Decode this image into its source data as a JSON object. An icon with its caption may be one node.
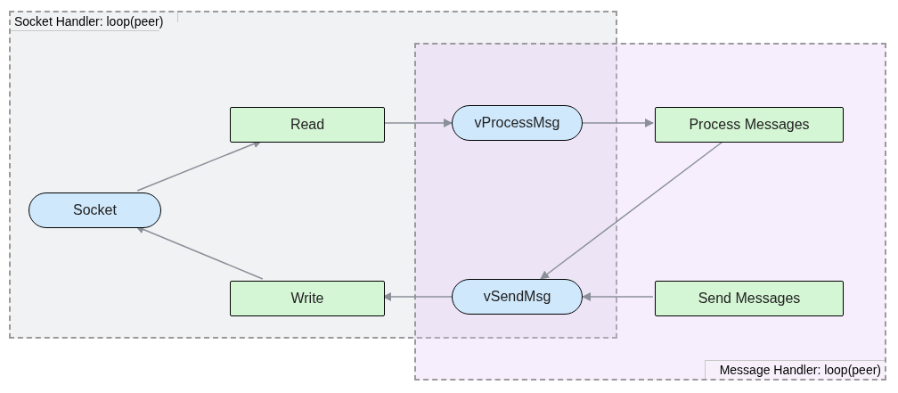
{
  "diagram": {
    "nodes": [
      {
        "text": [
          "Socket Handler: loop(peer)"
        ]
      },
      {
        "text": [
          "Socket"
        ],
        "in": 0
      },
      {
        "text": [
          "Read"
        ],
        "in": 0
      },
      {
        "text": [
          "Write"
        ],
        "in": 0
      },
      {
        "text": [
          "vProcessMsg"
        ]
      },
      {
        "text": [
          "vSendMsg"
        ]
      },
      {
        "text": [
          "Message Handler: loop(peer)"
        ]
      },
      {
        "text": [
          "Process Messages"
        ],
        "in": 6
      },
      {
        "text": [
          "Send Messages"
        ],
        "in": 6
      }
    ],
    "edges": [
      {
        "from": 1,
        "to": 2,
        "arrow": "to"
      },
      {
        "from": 2,
        "to": 4,
        "arrow": "to"
      },
      {
        "from": 4,
        "to": 7,
        "arrow": "to"
      },
      {
        "from": 7,
        "to": 5,
        "arrow": "to"
      },
      {
        "from": 8,
        "to": 5,
        "arrow": "to"
      },
      {
        "from": 5,
        "to": 3,
        "arrow": "to"
      },
      {
        "from": 3,
        "to": 1,
        "arrow": "to"
      }
    ]
  }
}
